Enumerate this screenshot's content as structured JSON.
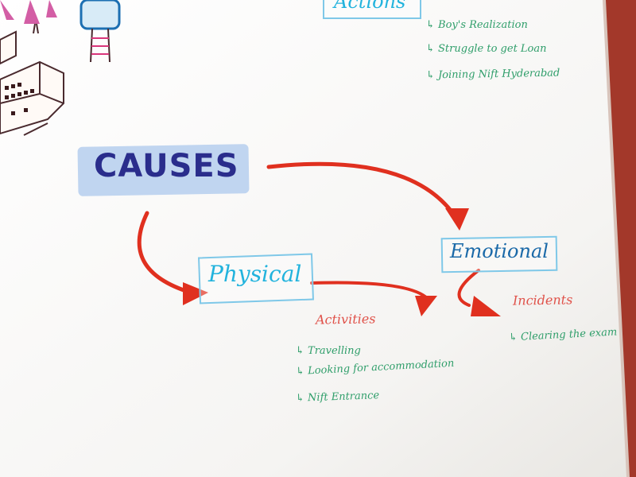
{
  "whiteboard": {
    "central": "CAUSES",
    "actions": {
      "title": "Actions",
      "items": [
        "↳ Boy's Realization",
        "↳ Struggle to get Loan",
        "↳ Joining Nift Hyderabad"
      ]
    },
    "physical": {
      "title": "Physical",
      "sub": "Activities",
      "items": [
        "↳ Travelling",
        "↳ Looking for accommodation",
        "↳ Nift Entrance"
      ]
    },
    "emotional": {
      "title": "Emotional",
      "sub": "Incidents",
      "items": [
        "↳ Clearing the exam"
      ]
    }
  },
  "colors": {
    "arrow": "#e0301f",
    "causes_ink": "#2a2d8c",
    "causes_highlight": "#b9d0ee",
    "physical_ink": "#22b3dd",
    "emotional_ink": "#1a69a8",
    "sub_ink": "#e0524a",
    "list_ink": "#2f9e6a",
    "board_edge": "#a3382a"
  }
}
